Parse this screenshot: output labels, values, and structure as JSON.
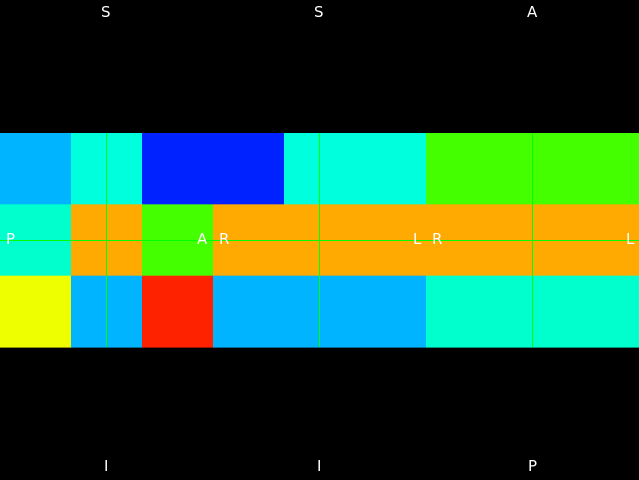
{
  "palette": {
    "background": "#000000",
    "crosshair": "#00ff00",
    "label": "#ffffff"
  },
  "slab": {
    "columns": 9,
    "rows": 3,
    "cells": [
      [
        "#00b4ff",
        "#00ffdc",
        "#0022ff",
        "#0022ff",
        "#00ffdc",
        "#00ffdc",
        "#44ff00",
        "#44ff00",
        "#44ff00"
      ],
      [
        "#00ffcc",
        "#ffaa00",
        "#44ff00",
        "#ffaa00",
        "#ffaa00",
        "#ffaa00",
        "#ffaa00",
        "#ffaa00",
        "#ffaa00"
      ],
      [
        "#eeff00",
        "#00b4ff",
        "#ff2200",
        "#00b4ff",
        "#00b4ff",
        "#00b4ff",
        "#00ffcc",
        "#00ffcc",
        "#00ffcc"
      ]
    ]
  },
  "labels": {
    "top": [
      "S",
      "S",
      "A"
    ],
    "bottom": [
      "I",
      "I",
      "P"
    ],
    "row_panel1": [
      "P",
      "A"
    ],
    "row_panel2": [
      "R",
      "L"
    ],
    "row_panel3": [
      "R",
      "L"
    ]
  }
}
